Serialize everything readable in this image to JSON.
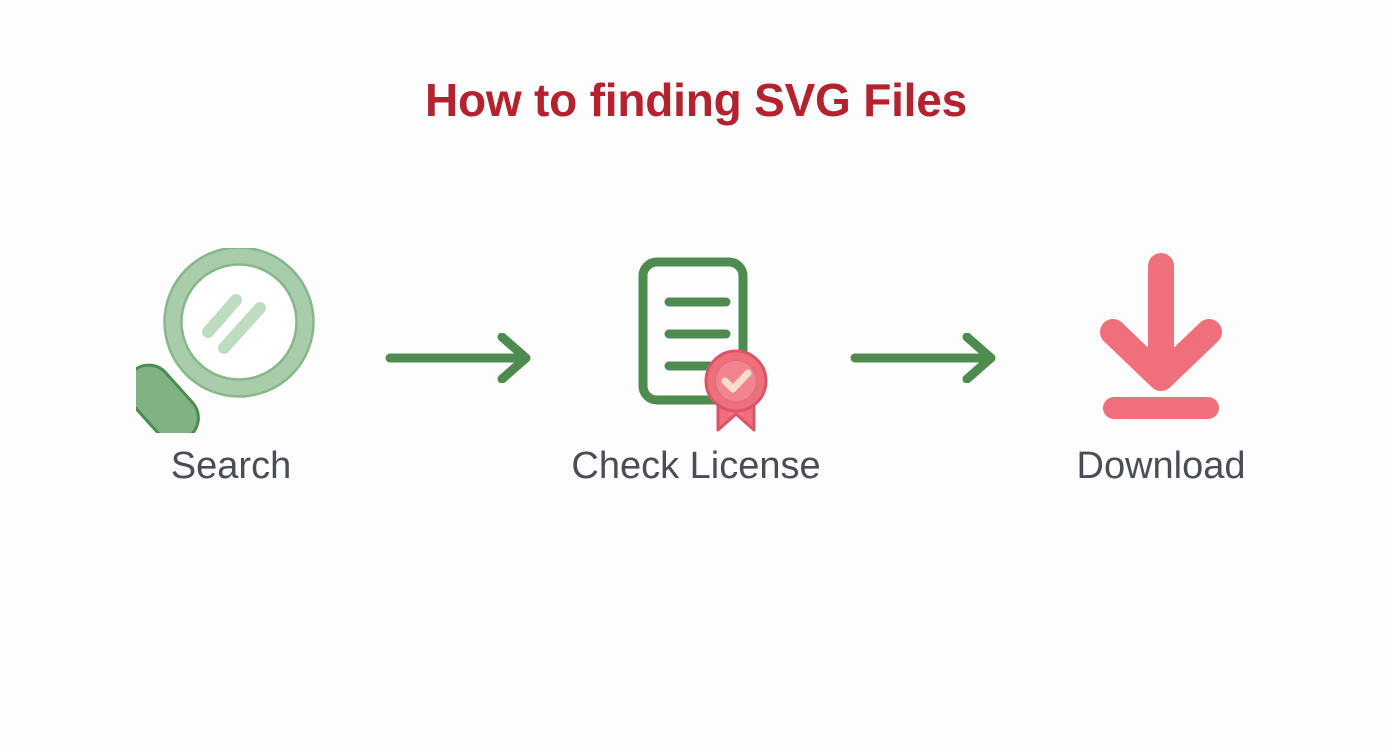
{
  "page": {
    "title": "How to finding SVG Files",
    "background_color": "#fdfdfd",
    "title_color": "#b3222e"
  },
  "colors": {
    "title_red": "#b3222e",
    "green_dark": "#4e8b4f",
    "green_mid": "#7fb383",
    "green_light": "#a9cdab",
    "green_pale": "#c6e0c6",
    "green_shine": "#bedcc0",
    "pink": "#ef6f7c",
    "pink_dark": "#d9566a",
    "pink_light": "#f2848f",
    "cream": "#f7ddd0",
    "label_gray": "#4a4d55"
  },
  "flow": {
    "steps": [
      {
        "id": "search",
        "label": "Search",
        "icon": "magnifying-glass-icon",
        "icon_color": "#7fb383"
      },
      {
        "id": "check-license",
        "label": "Check License",
        "icon": "document-certificate-icon",
        "icon_color": "#4e8b4f"
      },
      {
        "id": "download",
        "label": "Download",
        "icon": "download-arrow-icon",
        "icon_color": "#ef6f7c"
      }
    ],
    "connectors": [
      {
        "id": "arrow-1",
        "icon": "arrow-right-icon",
        "color": "#4e8b4f"
      },
      {
        "id": "arrow-2",
        "icon": "arrow-right-icon",
        "color": "#4e8b4f"
      }
    ]
  }
}
